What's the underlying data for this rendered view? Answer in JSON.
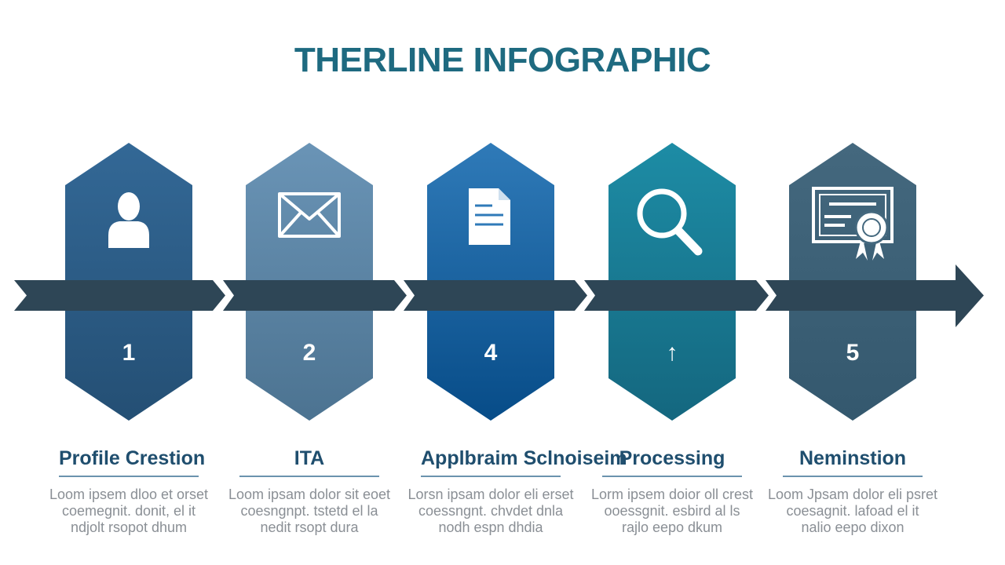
{
  "title": "THERLINE INFOGRAPHIC",
  "colors": {
    "title": "#1e6a80",
    "arrow": "#2e4656",
    "label": "#1f4e6e",
    "description": "#8a8f95"
  },
  "steps": [
    {
      "number": "1",
      "icon": "person-icon",
      "label": "Profile Crestion",
      "description": [
        "Loom ipsem dloo et orset",
        "coemegnit. donit, el it",
        "ndjolt rsopot dhum"
      ],
      "colors": {
        "top": "#336896",
        "bottom": "#244f74"
      }
    },
    {
      "number": "2",
      "icon": "envelope-icon",
      "label": "ITA",
      "description": [
        "Loom ipsam dolor sit eoet",
        "coesngnpt. tstetd el la",
        "nedit rsopt dura"
      ],
      "colors": {
        "top": "#6a94b6",
        "bottom": "#4c7391"
      }
    },
    {
      "number": "4",
      "icon": "document-icon",
      "label": "Applbraim Sclnoiseim",
      "description": [
        "Lorsn ipsam dolor eli erset",
        "coessngnt. chvdet dnla",
        "nodh espn dhdia"
      ],
      "colors": {
        "top": "#2f7ab8",
        "bottom": "#074c88"
      }
    },
    {
      "number": "↑",
      "icon": "magnifier-icon",
      "label": "Processing",
      "description": [
        "Lorm ipsem doior oll crest",
        "ooessgnit. esbird al ls",
        "rajlo eepo dkum"
      ],
      "colors": {
        "top": "#1d8ca5",
        "bottom": "#14677f"
      }
    },
    {
      "number": "5",
      "icon": "certificate-icon",
      "label": "Neminstion",
      "description": [
        "Loom Jpsam dolor eli psret",
        "coesagnit. lafoad el it",
        "nalio eepo dixon"
      ],
      "colors": {
        "top": "#44687e",
        "bottom": "#34586e"
      }
    }
  ]
}
